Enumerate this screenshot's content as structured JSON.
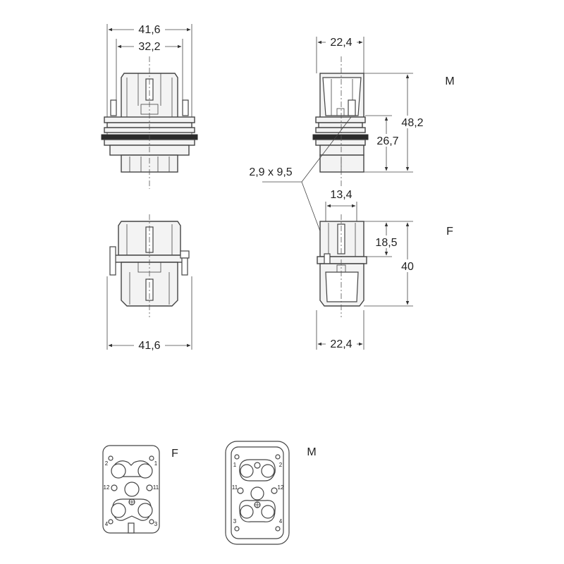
{
  "dimensions": {
    "m_top_width_outer": "41,6",
    "m_top_width_inner": "32,2",
    "f_bottom_width": "41,6",
    "side_width_top": "22,4",
    "side_width_bottom": "22,4",
    "m_height_total": "48,2",
    "m_height_lower": "26,7",
    "slot_size": "2,9 x 9,5",
    "f_pin_width": "13,4",
    "f_height_upper": "18,5",
    "f_height_total": "40"
  },
  "labels": {
    "male_side": "M",
    "female_side": "F",
    "female_face": "F",
    "male_face": "M"
  },
  "female_face_pins": [
    "2",
    "1",
    "12",
    "11",
    "4",
    "3"
  ],
  "male_face_pins": [
    "1",
    "2",
    "11",
    "12",
    "3",
    "4"
  ]
}
